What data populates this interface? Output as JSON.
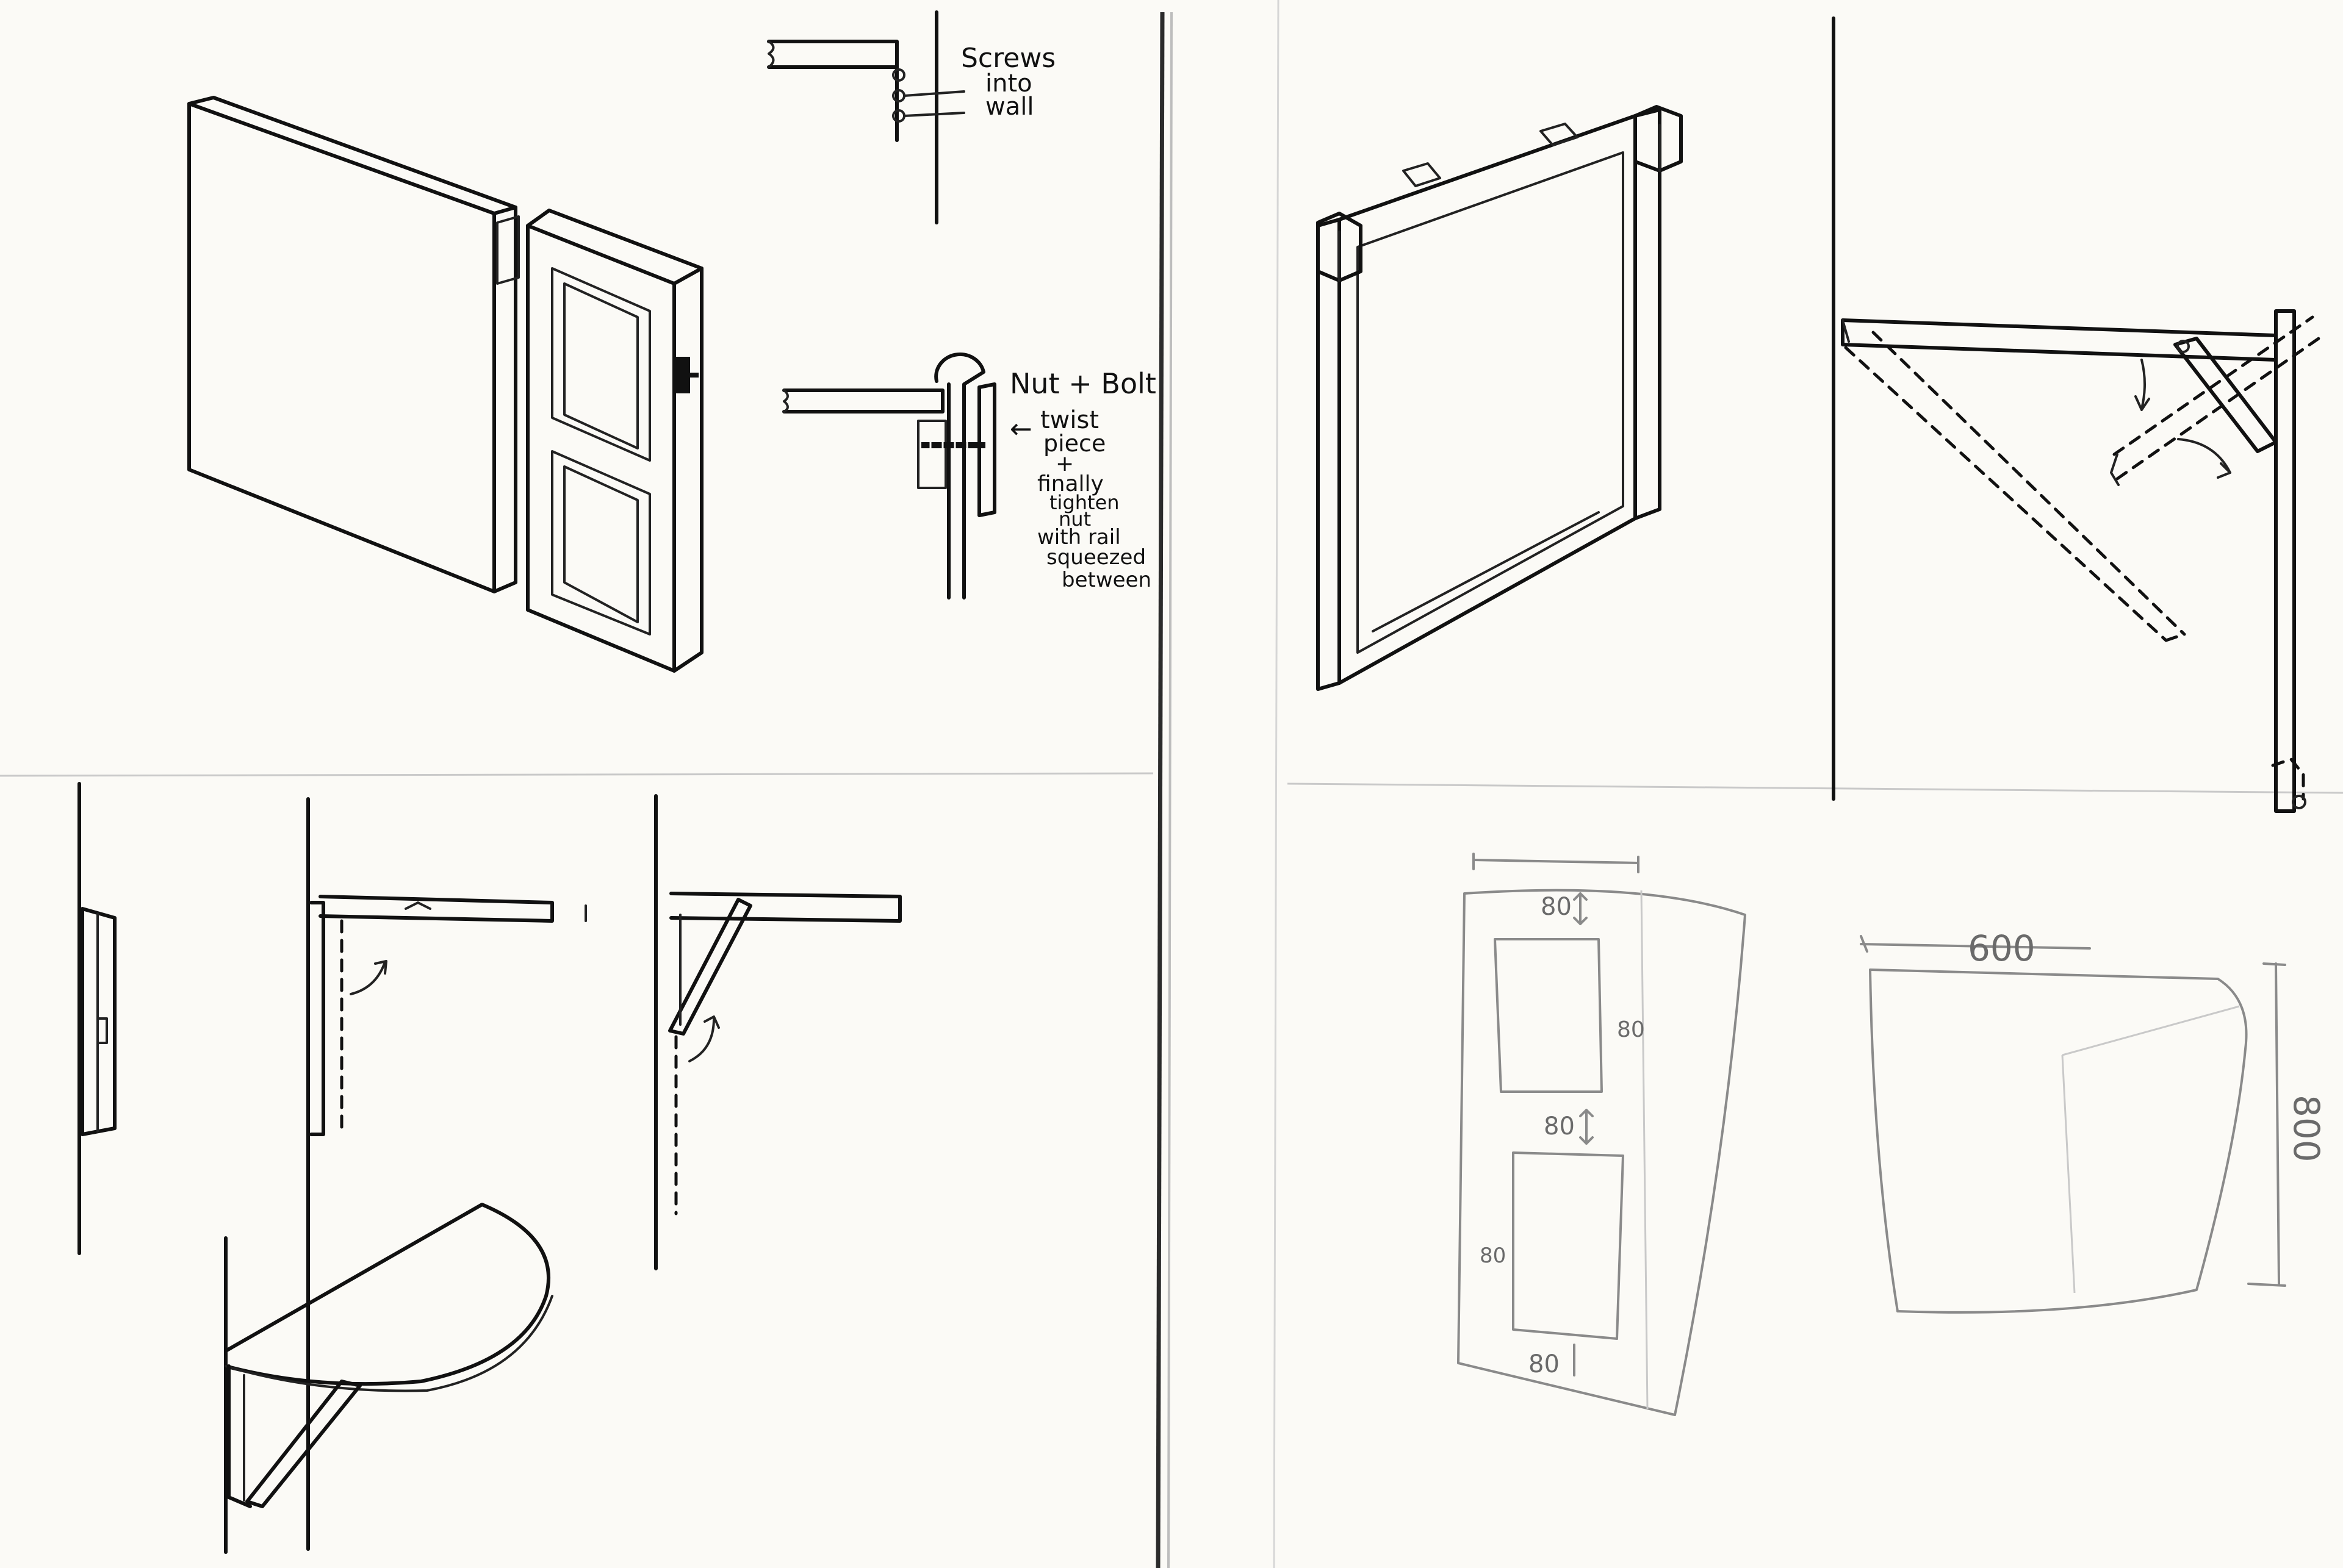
{
  "page": {
    "background": "#fbfaf6",
    "ink_color": "#111111",
    "pencil_color": "#8a8a8a"
  },
  "annotations": {
    "screws_line1": "Screws",
    "screws_line2": "into",
    "screws_line3": "wall",
    "nut_bolt": "Nut + Bolt",
    "twist_arrow": "←",
    "twist_1": "twist",
    "twist_2": "piece",
    "twist_3": "+",
    "twist_4": "finally",
    "twist_5": "tighten",
    "twist_6": "nut",
    "twist_7": "with rail",
    "twist_8": "squeezed",
    "twist_9": "between"
  },
  "dimensions": {
    "top_80": "80",
    "side_80a": "80",
    "mid_80": "80",
    "left_80": "80",
    "bottom_80": "80",
    "width_600": "600",
    "height_800": "800"
  }
}
